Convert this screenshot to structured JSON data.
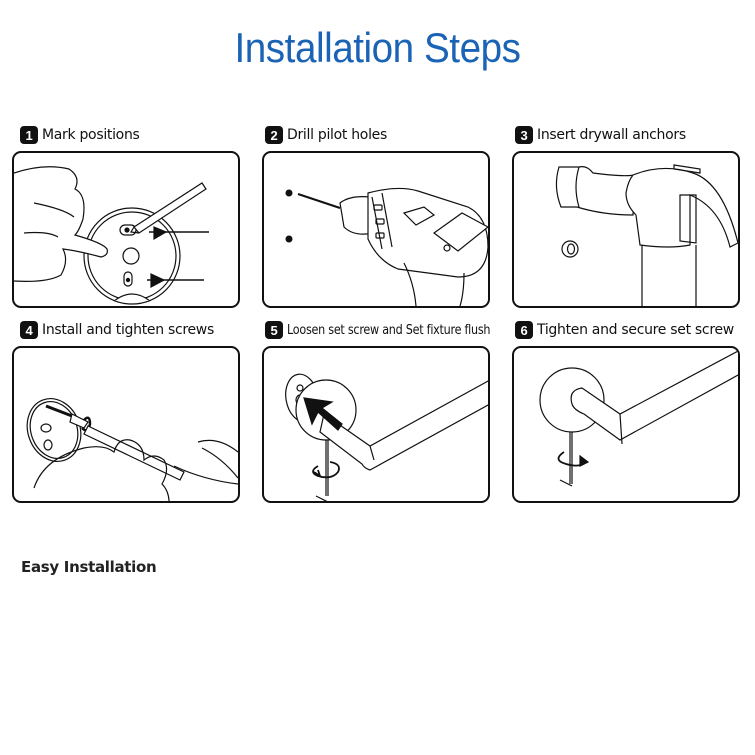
{
  "header": {
    "title": "Installation Steps",
    "title_color": "#1a63b5"
  },
  "steps": [
    {
      "number": "1",
      "label": "Mark positions",
      "illustration": "hand-marking-mount-plate-with-pencil"
    },
    {
      "number": "2",
      "label": "Drill pilot holes",
      "illustration": "drill-at-wall-marks"
    },
    {
      "number": "3",
      "label": "Insert drywall anchors",
      "illustration": "hammer-and-anchor"
    },
    {
      "number": "4",
      "label": "Install and tighten screws",
      "illustration": "screwdriver-tightening-mount-plate"
    },
    {
      "number": "5",
      "label": "Loosen set screw and Set fixture flush",
      "illustration": "towel-bar-pushed-onto-mount-with-hex-key"
    },
    {
      "number": "6",
      "label": "Tighten and secure set screw",
      "illustration": "hex-key-tightening-set-screw"
    }
  ],
  "footer": {
    "caption": "Easy Installation"
  }
}
